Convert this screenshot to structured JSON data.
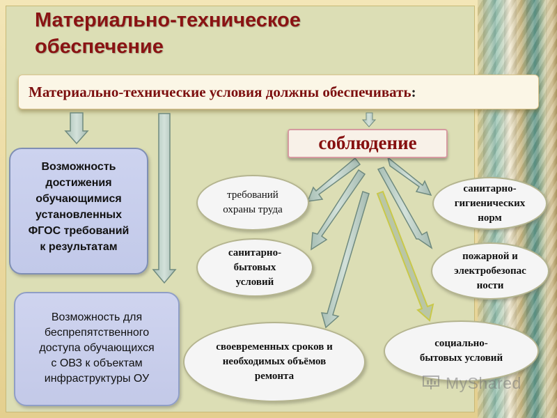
{
  "title": {
    "line1": "Материально-техническое",
    "line2": "обеспечение"
  },
  "banner": {
    "text": "Материально-технические условия должны обеспечивать",
    "colon": ":"
  },
  "left_boxes": [
    {
      "lines": [
        "Возможность",
        "достижения",
        "обучающимися",
        "установленных",
        "ФГОС требований",
        "к результатам"
      ]
    },
    {
      "lines": [
        "Возможность для",
        "беспрепятственного",
        "доступа обучающихся",
        "с ОВЗ к объектам",
        "инфраструктуры ОУ"
      ]
    }
  ],
  "observe": {
    "label": "соблюдение"
  },
  "ovals": [
    {
      "lines": [
        "требований",
        "охраны труда"
      ]
    },
    {
      "lines": [
        "санитарно-",
        "бытовых",
        "условий"
      ]
    },
    {
      "lines": [
        "своевременных сроков и",
        "необходимых объёмов",
        "ремонта"
      ]
    },
    {
      "lines": [
        "санитарно-",
        "гигиенических",
        "норм"
      ]
    },
    {
      "lines": [
        "пожарной и",
        "электробезопас",
        "ности"
      ]
    },
    {
      "lines": [
        "социально-",
        "бытовых условий"
      ]
    }
  ],
  "watermark": {
    "text": "MyShared"
  },
  "colors": {
    "title": "#8a1313",
    "accent_arrow": "#c9c84a",
    "arrow_fill": "#b9ccc3",
    "arrow_stroke": "#6f8a7f"
  }
}
